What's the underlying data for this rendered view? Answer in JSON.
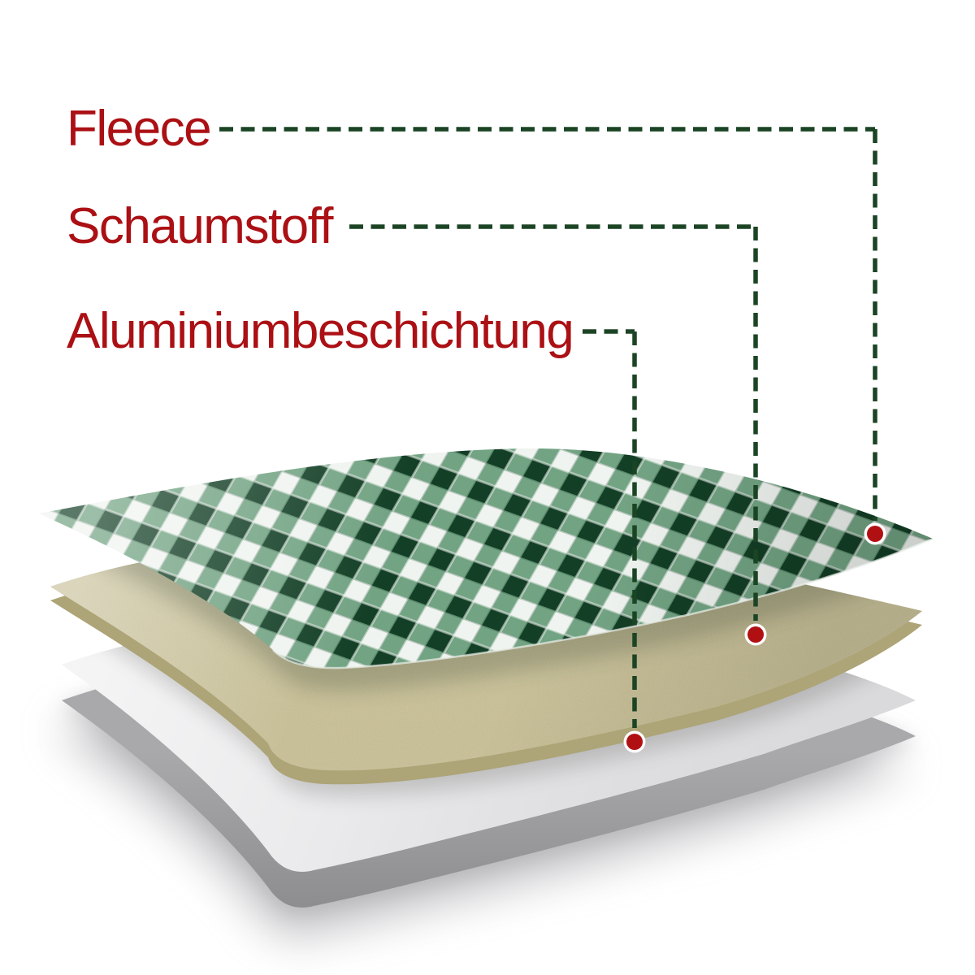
{
  "diagram_title": "picnic-blanket-layer-diagram",
  "layers": [
    {
      "id": "fleece",
      "label": "Fleece"
    },
    {
      "id": "schaumstoff",
      "label": "Schaumstoff"
    },
    {
      "id": "aluminiumbeschichtung",
      "label": "Aluminiumbeschichtung"
    }
  ],
  "colors": {
    "background": "#FFFFFF",
    "label_red": "#AB1014",
    "line_green": "#1B4424",
    "dot_red": "#B11013",
    "dot_ring": "#FFFFFF",
    "plaid_dark": "#133F26",
    "plaid_mid": "#72A383",
    "plaid_light": "#F0F4F0",
    "foam": "#C9C095",
    "foam_edge": "#ADA477",
    "alu_top": "#E8E8EA",
    "alu_side": "#A9A9AC"
  }
}
